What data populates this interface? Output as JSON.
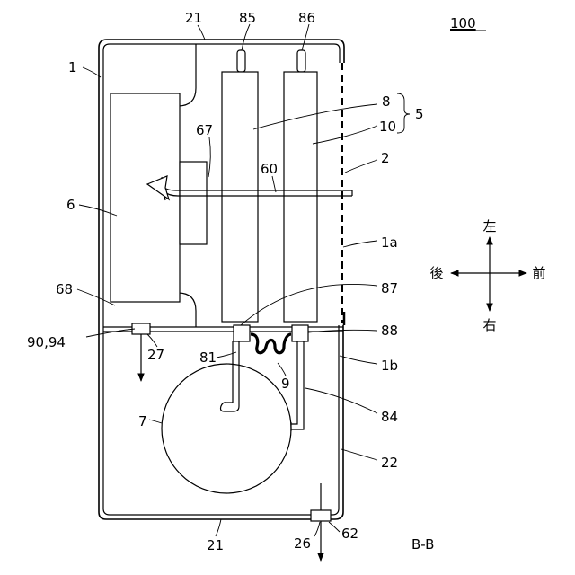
{
  "figure": {
    "number": "100",
    "section": "B-B"
  },
  "labels": {
    "l21_top": "21",
    "l85": "85",
    "l86": "86",
    "l1": "1",
    "l8": "8",
    "l10": "10",
    "l5": "5",
    "l67": "67",
    "l2": "2",
    "l60": "60",
    "l6": "6",
    "l1a": "1a",
    "l68": "68",
    "l87": "87",
    "l9094": "90,94",
    "l88": "88",
    "l27": "27",
    "l81": "81",
    "l1b": "1b",
    "l9": "9",
    "l84": "84",
    "l7": "7",
    "l22": "22",
    "l21_bottom": "21",
    "l26": "26",
    "l62": "62"
  },
  "directions": {
    "left": "左",
    "right": "右",
    "back": "後",
    "front": "前"
  }
}
